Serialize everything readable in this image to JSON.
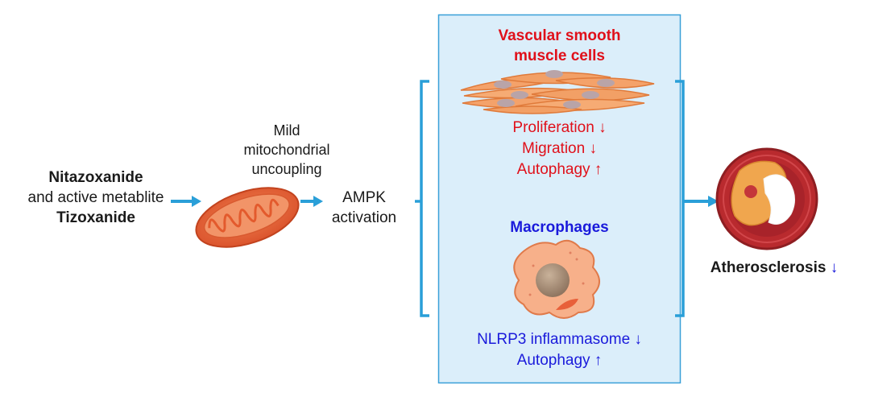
{
  "drug": {
    "name": "Nitazoxanide",
    "connector": "and active metablite",
    "metabolite": "Tizoxanide"
  },
  "mechanism": {
    "uncoupling": [
      "Mild",
      "mitochondrial",
      "uncoupling"
    ],
    "ampk": [
      "AMPK",
      "activation"
    ]
  },
  "vsmc": {
    "title": [
      "Vascular smooth",
      "muscle cells"
    ],
    "effects": [
      "Proliferation ↓",
      "Migration ↓",
      "Autophagy ↑"
    ]
  },
  "macrophages": {
    "title": "Macrophages",
    "effects": [
      "NLRP3 inflammasome ↓",
      "Autophagy ↑"
    ]
  },
  "outcome": {
    "label": "Atherosclerosis",
    "arrow": "↓"
  },
  "colors": {
    "arrow": "#2a9fd8",
    "vsmc_text": "#e0101a",
    "macrophage_text": "#1a1adb",
    "panel_bg": "#dbeefa",
    "panel_border": "#3aa0d8"
  }
}
